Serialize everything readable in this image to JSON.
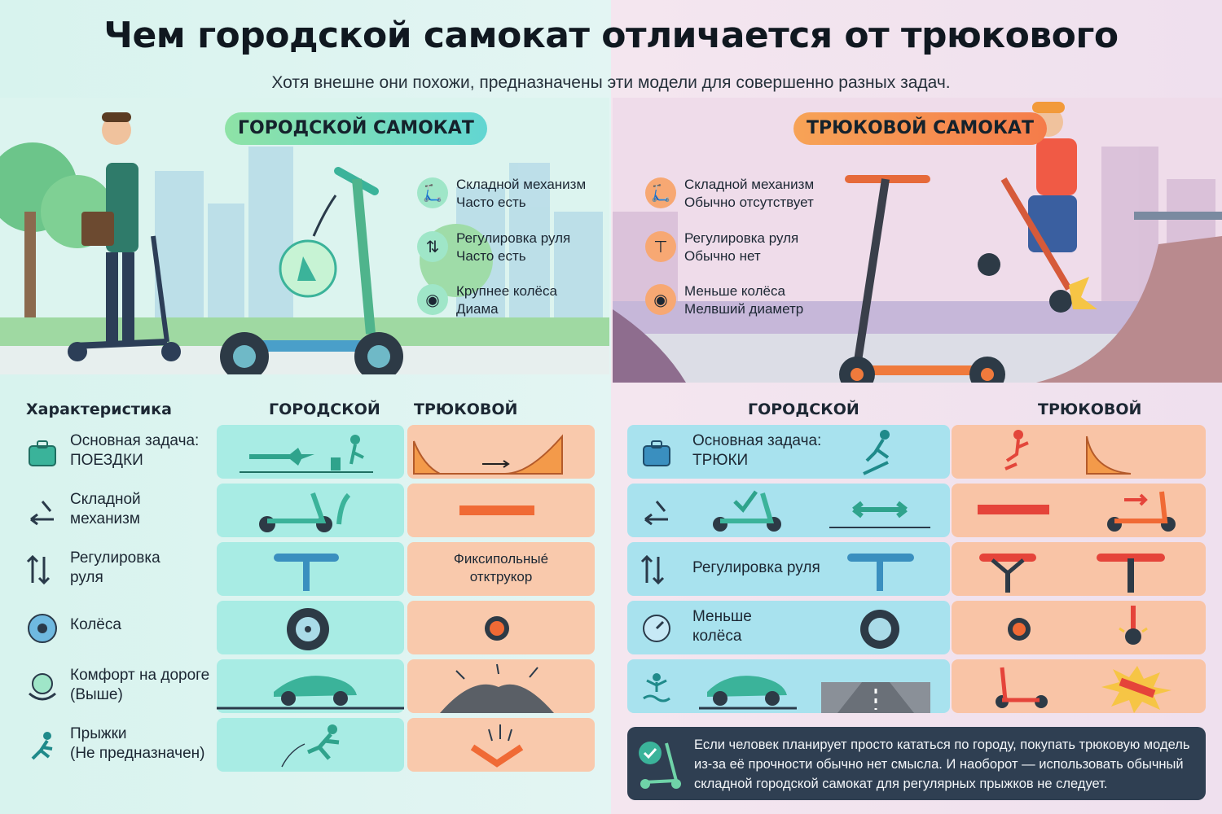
{
  "header": {
    "title": "Чем городской самокат отличается от трюкового",
    "subtitle": "Хотя внешне они похожи, предназначены эти модели для совершенно разных задач."
  },
  "city_panel": {
    "title": "ГОРОДСКОЙ САМОКАТ",
    "features": [
      {
        "line1": "Складной механизм",
        "line2": "Часто есть",
        "icon": "folding-scooter-icon"
      },
      {
        "line1": "Регулировка руля",
        "line2": "Часто есть",
        "icon": "handlebar-adjust-icon"
      },
      {
        "line1": "Крупнее колёса",
        "line2": "Диама",
        "icon": "wheel-icon"
      }
    ]
  },
  "trick_panel": {
    "title": "ТРЮКОВОЙ САМОКАТ",
    "features": [
      {
        "line1": "Складной механизм",
        "line2": "Обычно отсутствует",
        "icon": "folding-scooter-icon"
      },
      {
        "line1": "Регулировка руля",
        "line2": "Обычно нет",
        "icon": "t-bar-icon"
      },
      {
        "line1": "Меньше колёса",
        "line2": "Мелвший диаметр",
        "icon": "small-wheel-icon"
      }
    ]
  },
  "left_table": {
    "header_characteristic": "Характеристика",
    "header_city": "ГОРОДСКОЙ",
    "header_trick": "ТРЮКОВОЙ",
    "rows": [
      {
        "label1": "Основная задача:",
        "label2": "ПОЕЗДКИ",
        "icon": "suitcase-icon"
      },
      {
        "label1": "Складной",
        "label2": "механизм",
        "icon": "fold-arrow-icon"
      },
      {
        "label1": "Регулировка",
        "label2": "руля",
        "icon": "height-adjust-icon",
        "trick_text1": "Фиксипольныé",
        "trick_text2": "отктрукор"
      },
      {
        "label1": "Колёса",
        "label2": "",
        "icon": "wheel-icon"
      },
      {
        "label1": "Комфорт на дороге",
        "label2": "(Выше)",
        "icon": "comfort-icon"
      },
      {
        "label1": "Прыжки",
        "label2": "(Не предназначен)",
        "icon": "jumping-person-icon"
      }
    ]
  },
  "right_table": {
    "header_city": "ГОРОДСКОЙ",
    "header_trick": "ТРЮКОВОЙ",
    "rows": [
      {
        "label1": "Основная задача:",
        "label2": "ТРЮКИ",
        "icon": "briefcase-icon"
      },
      {
        "label1": "",
        "label2": "",
        "icon": "fold-arrow-icon"
      },
      {
        "label1": "Регулировка руля",
        "label2": "",
        "icon": "height-adjust-icon"
      },
      {
        "label1": "Меньше",
        "label2": "колёса",
        "icon": "gauge-icon"
      },
      {
        "label1": "",
        "label2": "",
        "icon": "person-wave-icon"
      }
    ]
  },
  "note": {
    "text1": "Если человек планирует просто кататься по городу, покупать трюковую модель",
    "text2": "из-за её прочности обычно нет смысла. И наоборот — использовать обычный",
    "text3": "складной городской самокат для регулярных прыжков не следует."
  },
  "colors": {
    "green_accent": "#5fcf9e",
    "teal_cell": "#a8ece4",
    "orange_accent": "#f57c4a",
    "peach_cell": "#f9c9ac",
    "note_bg": "#2f3f52"
  }
}
